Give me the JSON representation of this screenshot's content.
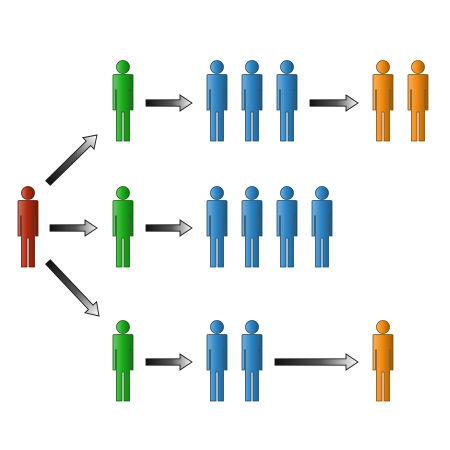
{
  "colors": {
    "source": "#b02a10",
    "generation_1": "#1fae1f",
    "generation_2": "#2f86c6",
    "generation_3": "#f08a10",
    "arrow_dark": "#1a1a1a",
    "arrow_light": "#ffffff"
  },
  "diagram": {
    "source": {
      "id": "p0",
      "color_key": "source"
    },
    "branches": [
      {
        "id": "top",
        "generation_1": [
          {
            "id": "p1",
            "color_key": "generation_1"
          }
        ],
        "generation_2": [
          {
            "id": "p2",
            "color_key": "generation_2"
          },
          {
            "id": "p3",
            "color_key": "generation_2"
          },
          {
            "id": "p4",
            "color_key": "generation_2"
          }
        ],
        "generation_3": [
          {
            "id": "p5",
            "color_key": "generation_3"
          },
          {
            "id": "p6",
            "color_key": "generation_3"
          }
        ]
      },
      {
        "id": "middle",
        "generation_1": [
          {
            "id": "p7",
            "color_key": "generation_1"
          }
        ],
        "generation_2": [
          {
            "id": "p8",
            "color_key": "generation_2"
          },
          {
            "id": "p9",
            "color_key": "generation_2"
          },
          {
            "id": "p10",
            "color_key": "generation_2"
          },
          {
            "id": "p11",
            "color_key": "generation_2"
          }
        ],
        "generation_3": []
      },
      {
        "id": "bottom",
        "generation_1": [
          {
            "id": "p12",
            "color_key": "generation_1"
          }
        ],
        "generation_2": [
          {
            "id": "p13",
            "color_key": "generation_2"
          },
          {
            "id": "p14",
            "color_key": "generation_2"
          }
        ],
        "generation_3": [
          {
            "id": "p15",
            "color_key": "generation_3"
          }
        ]
      }
    ],
    "arrows": [
      {
        "from": "p0",
        "to": "p1"
      },
      {
        "from": "p0",
        "to": "p7"
      },
      {
        "from": "p0",
        "to": "p12"
      },
      {
        "from": "p1",
        "to": "p2"
      },
      {
        "from": "p4",
        "to": "p5"
      },
      {
        "from": "p7",
        "to": "p8"
      },
      {
        "from": "p12",
        "to": "p13"
      },
      {
        "from": "p14",
        "to": "p15"
      }
    ]
  }
}
